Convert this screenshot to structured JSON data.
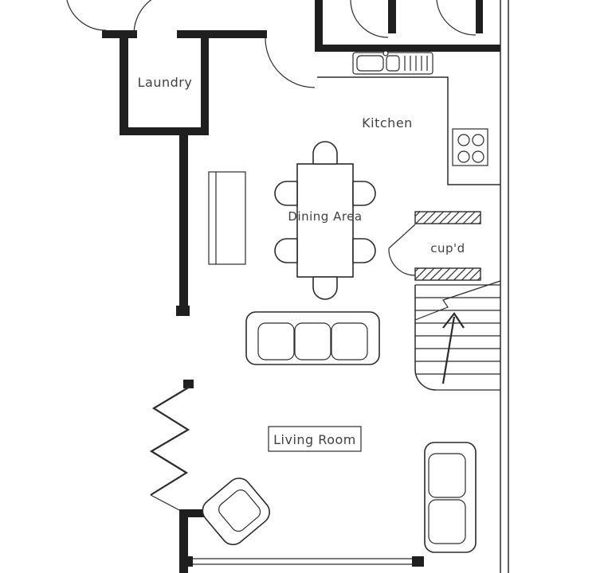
{
  "colors": {
    "line": "#2b2b2b",
    "wall": "#1f1f1f",
    "text": "#414141",
    "background": "#ffffff"
  },
  "rooms": {
    "laundry": "Laundry",
    "kitchen": "Kitchen",
    "dining_area": "Dining Area",
    "cupboard": "cup'd",
    "living_room": "Living Room"
  }
}
